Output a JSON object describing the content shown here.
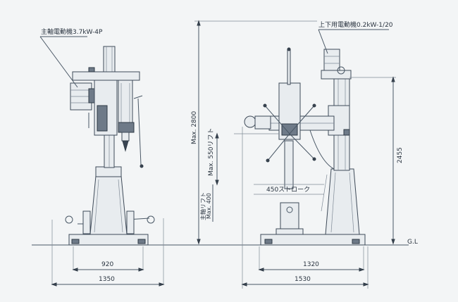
{
  "labels": {
    "main_motor": "主軸電動機3.7kW-4P",
    "lift_motor": "上下用電動機0.2kW-1/20",
    "ground": "G.L",
    "max_height": "Max. 2800",
    "max_lift": "Max. 550リフト",
    "spindle_lift_1": "主軸リフト",
    "spindle_lift_2": "Max. 400",
    "stroke": "450ストローク",
    "height_2455": "2455",
    "base_width_front": "920",
    "overall_width_front": "1350",
    "base_width_side": "1320",
    "overall_width_side": "1530"
  }
}
